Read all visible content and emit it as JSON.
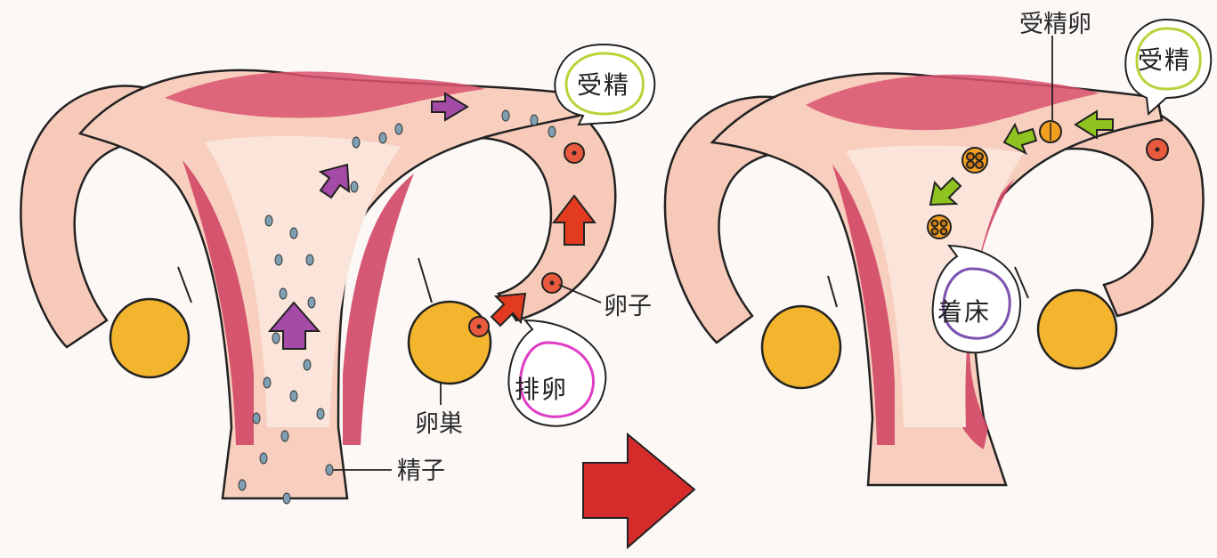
{
  "colors": {
    "uterus_outer": "#f6c6b4",
    "uterus_wall": "#e58f9c",
    "uterus_muscle": "#cf3e5e",
    "cavity": "#fbe7dc",
    "ovary": "#f3b52d",
    "egg_outer": "#e9593d",
    "sperm": "#7f9fb3",
    "arrow_purple": "#a44ba7",
    "arrow_red": "#e23b1f",
    "arrow_green": "#8fc31f",
    "bubble_fertilize": "#b7d43a",
    "bubble_ovulation": "#e03cc4",
    "bubble_implant": "#7c51b0",
    "big_arrow": "#d62b2b"
  },
  "labels": {
    "fertilization": "受精",
    "ovulation": "排卵",
    "egg": "卵子",
    "ovary": "卵巣",
    "sperm": "精子",
    "fertilized_egg": "受精卵",
    "implantation": "着床"
  }
}
